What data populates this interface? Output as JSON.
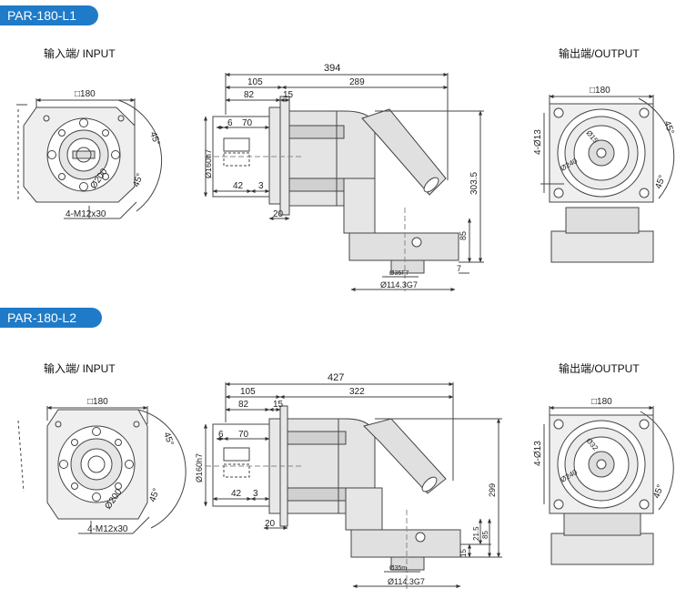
{
  "colors": {
    "accent": "#1f7bc8",
    "line": "#444444",
    "fill": "#e4e4e4",
    "dark_fill": "#bfbfbf"
  },
  "l1": {
    "label": "PAR-180-L1",
    "input_label": "输入端/ INPUT",
    "output_label": "输出端/OUTPUT",
    "in_square": "□180",
    "in_pcd": "Ø200",
    "angle_a": "45°",
    "angle_b": "45°",
    "in_bolts": "4-M12x30",
    "d_total": "394",
    "d_105": "105",
    "d_289": "289",
    "d_82": "82",
    "d_15": "15",
    "d_6": "6",
    "d_70": "70",
    "d_shaft": "Ø160h7",
    "d_42": "42",
    "d_3": "3",
    "d_20": "20",
    "d_height": "303.5",
    "d_85": "85",
    "d_7": "7",
    "d_bore": "Ø35F7",
    "d_hub": "Ø114.3G7",
    "out_square": "□180",
    "out_holes": "4-Ø13",
    "out_pcd_small": "Ø15",
    "out_pcd": "Ø240",
    "out_angle_a": "45°",
    "out_angle_b": "45°"
  },
  "l2": {
    "label": "PAR-180-L2",
    "input_label": "输入端/ INPUT",
    "output_label": "输出端/OUTPUT",
    "in_square": "□180",
    "in_pcd": "Ø200",
    "angle_a": "45°",
    "angle_b": "45°",
    "in_bolts": "4-M12x30",
    "d_total": "427",
    "d_105": "105",
    "d_322": "322",
    "d_82": "82",
    "d_15": "15",
    "d_6": "6",
    "d_70": "70",
    "d_shaft": "Ø160h7",
    "d_42": "42",
    "d_3": "3",
    "d_20": "20",
    "d_height": "299",
    "d_21_5": "21.5",
    "d_85": "85",
    "d_15b": "15",
    "d_bore": "Ø35m",
    "d_hub": "Ø114.3G7",
    "out_square": "□180",
    "out_holes": "4-Ø13",
    "out_pcd_small": "Ø32",
    "out_pcd": "Ø240",
    "out_angle_b": "45°"
  }
}
